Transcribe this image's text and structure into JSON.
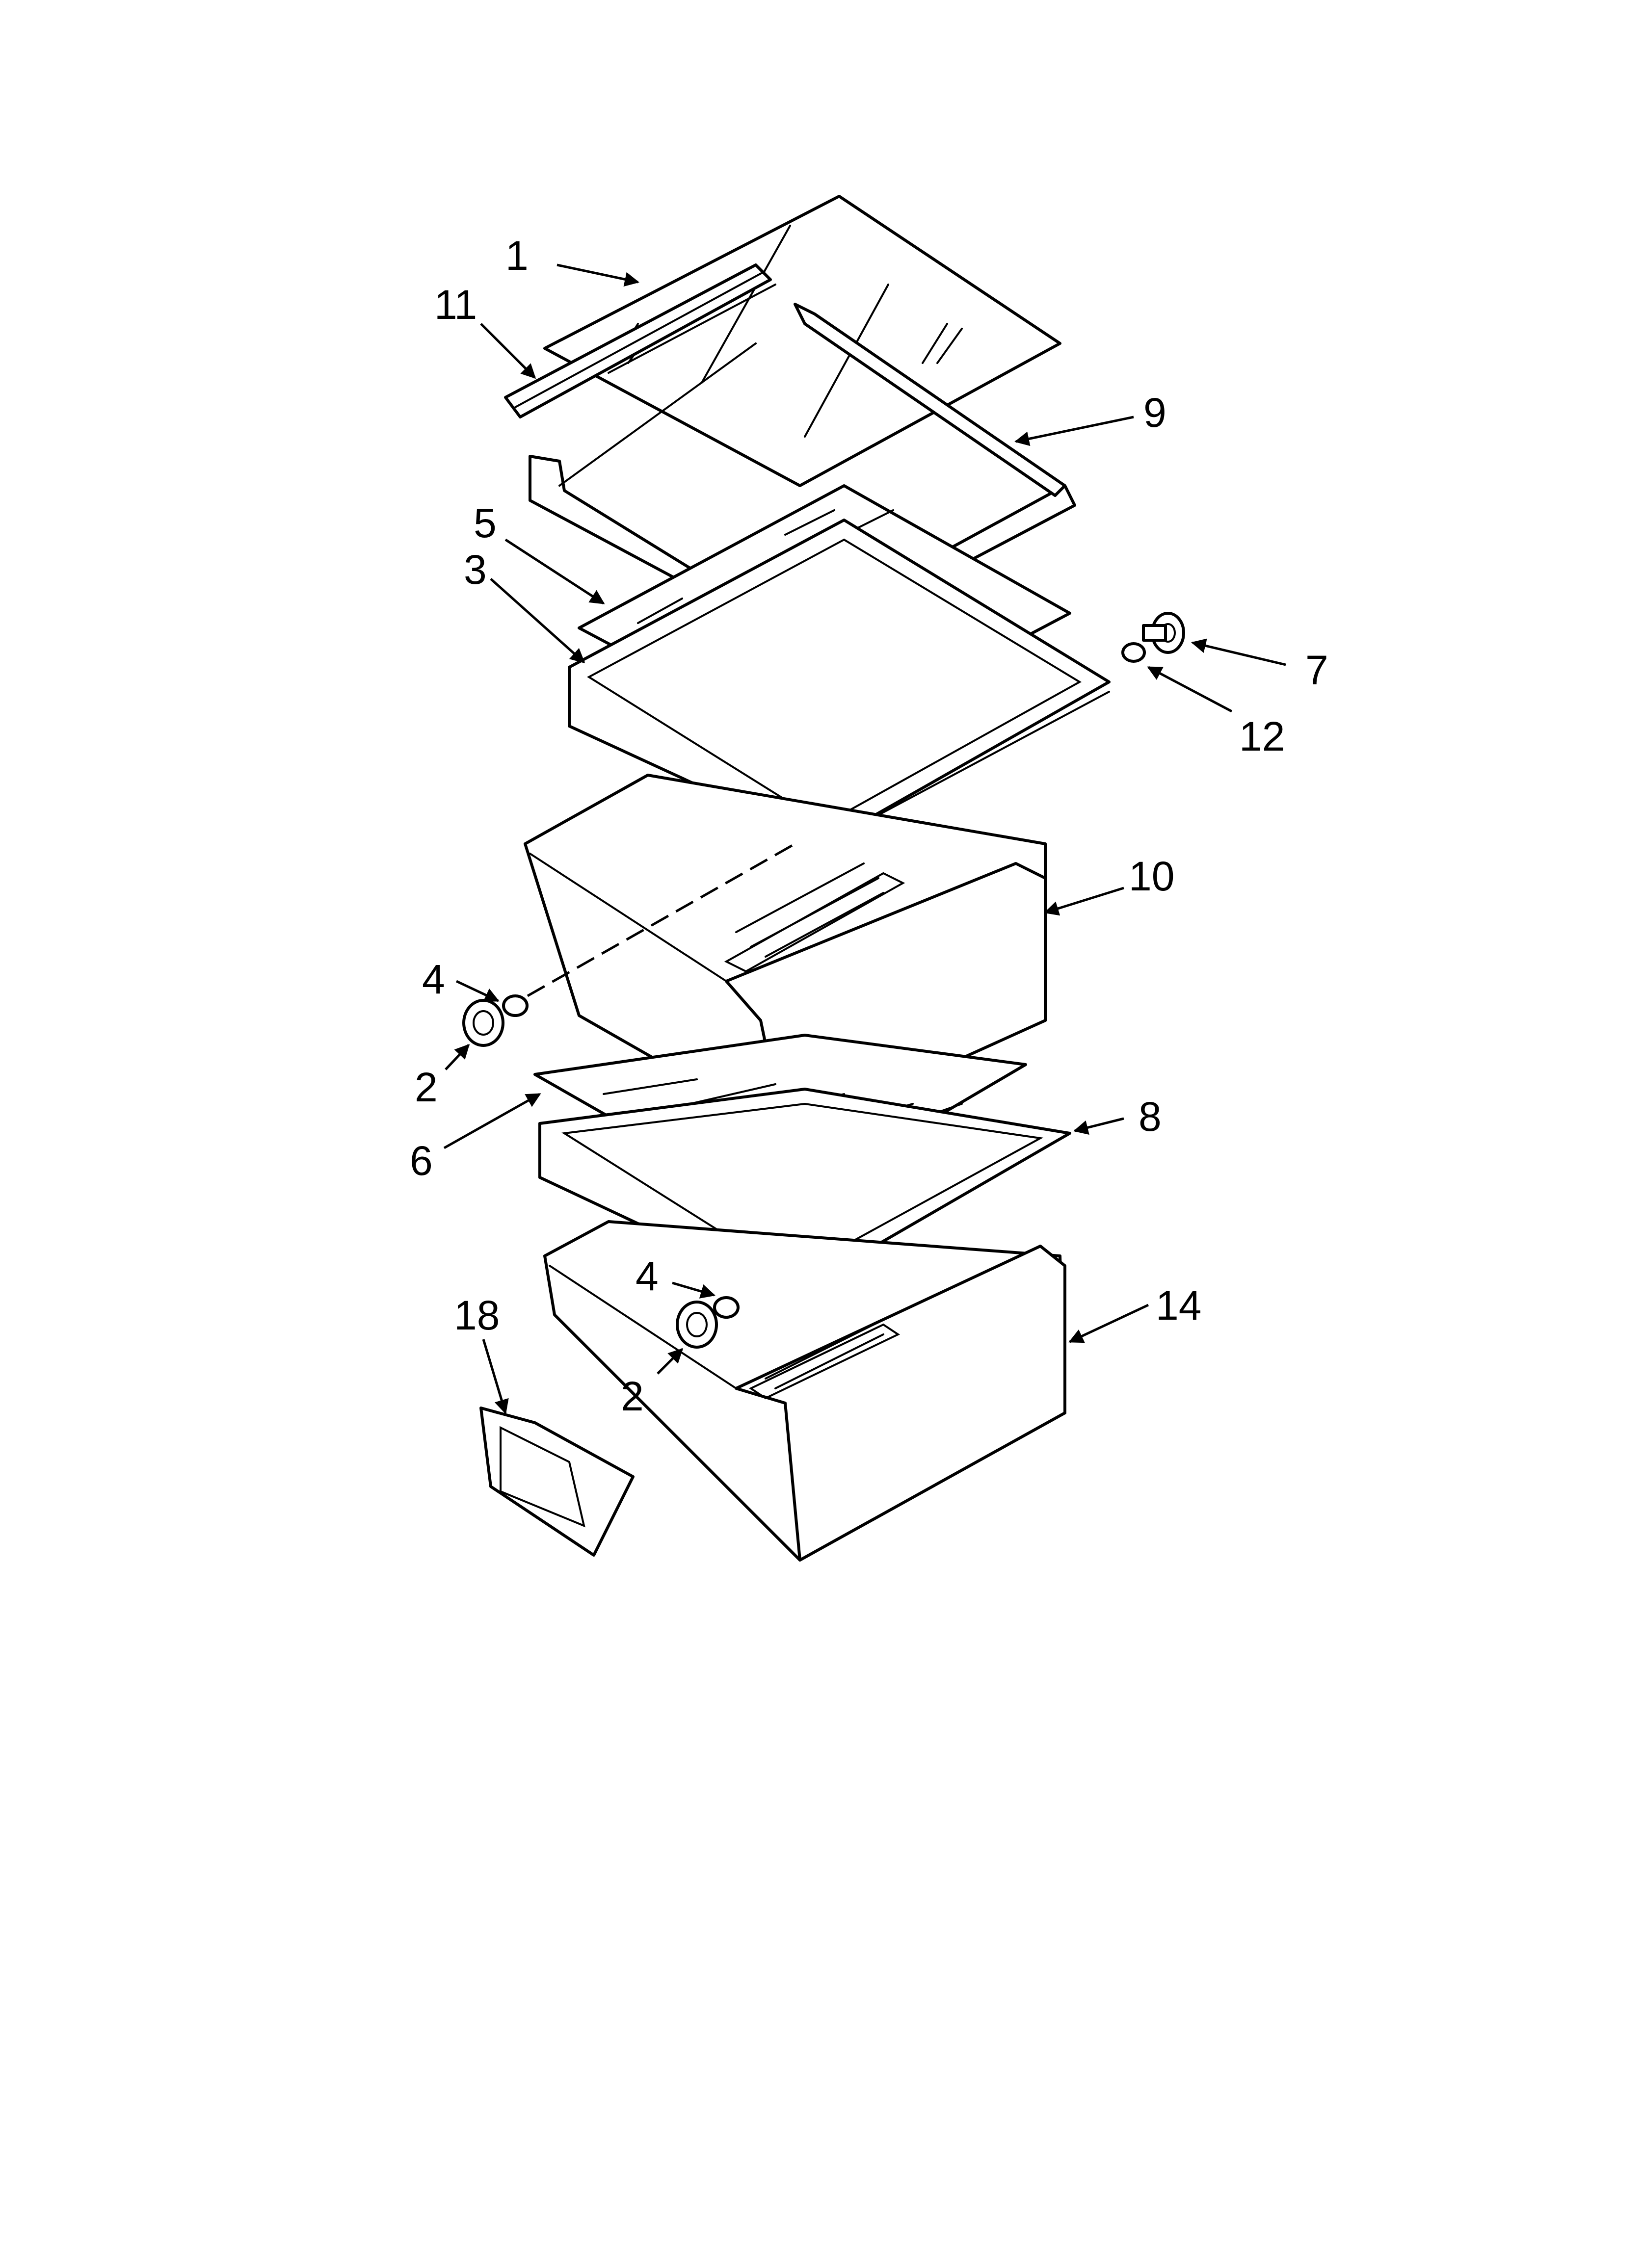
{
  "diagram": {
    "type": "exploded parts diagram",
    "callouts": [
      "1",
      "11",
      "9",
      "5",
      "3",
      "7",
      "12",
      "10",
      "4",
      "2",
      "6",
      "8",
      "4",
      "2",
      "18",
      "14"
    ]
  }
}
